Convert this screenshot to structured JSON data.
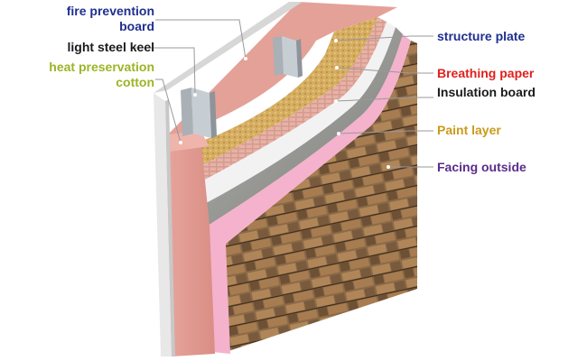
{
  "diagram": {
    "left_labels": [
      {
        "line1": "fire prevention",
        "line2": "board",
        "color": "#1f2f8f"
      },
      {
        "line1": "light steel keel",
        "line2": "",
        "color": "#1a1a1a"
      },
      {
        "line1": "heat preservation",
        "line2": "cotton",
        "color": "#9bb526"
      }
    ],
    "right_labels": [
      {
        "text": "structure  plate",
        "color": "#1f2f8f"
      },
      {
        "text": "Breathing paper",
        "color": "#e0201c"
      },
      {
        "text": "Insulation board",
        "color": "#1a1a1a"
      },
      {
        "text": "Paint layer",
        "color": "#c99a1c"
      },
      {
        "text": "Facing outside",
        "color": "#5a2c8c"
      }
    ],
    "colors": {
      "pink_layer": "#e6a099",
      "white_board": "#e8e8e8",
      "concrete": "#9b9b98",
      "insulation_pink": "#f4b2cc",
      "stone": "#8a6a48",
      "cotton": "#d8b066",
      "leader_line": "#999999"
    }
  }
}
